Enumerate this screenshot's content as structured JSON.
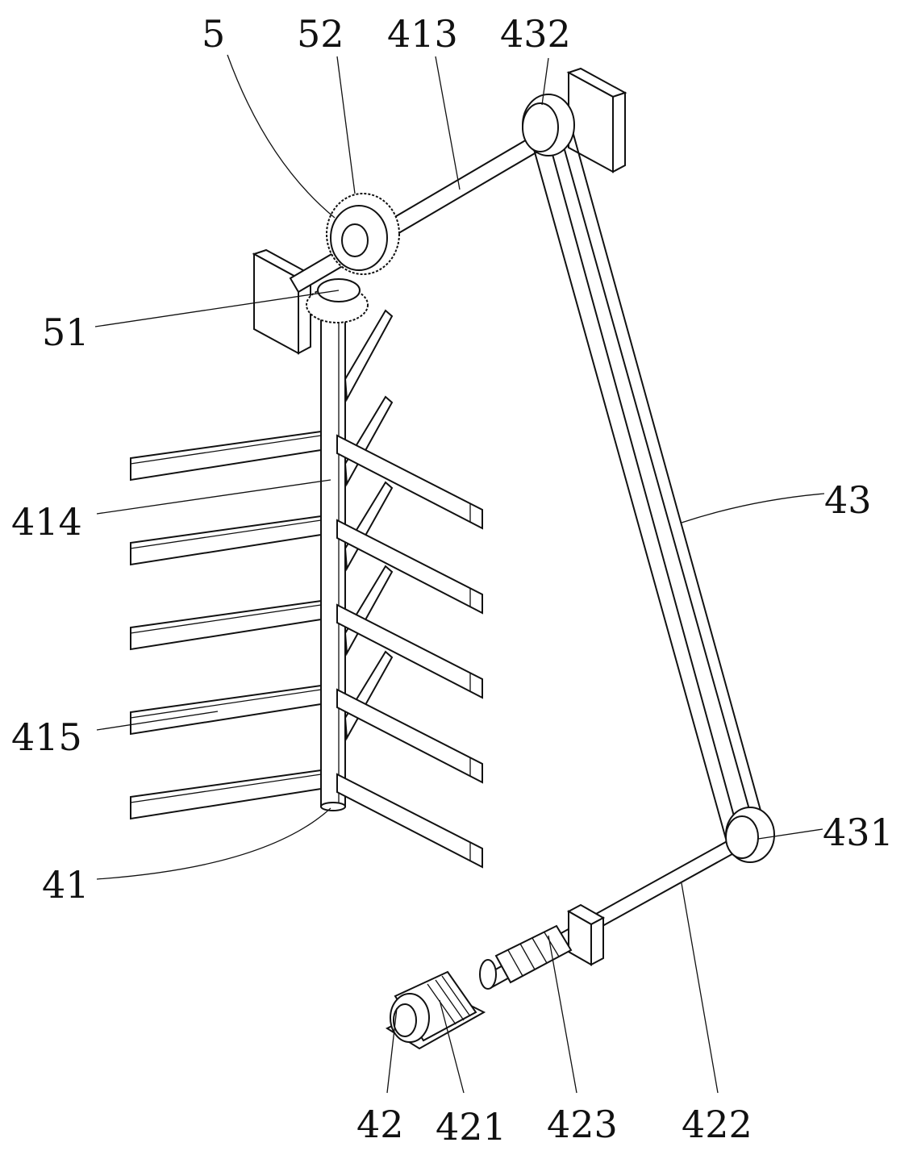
{
  "labels": {
    "l5": "5",
    "l52": "52",
    "l413": "413",
    "l432": "432",
    "l51": "51",
    "l414": "414",
    "l43": "43",
    "l415": "415",
    "l431": "431",
    "l41": "41",
    "l42": "42",
    "l421": "421",
    "l423": "423",
    "l422": "422"
  }
}
